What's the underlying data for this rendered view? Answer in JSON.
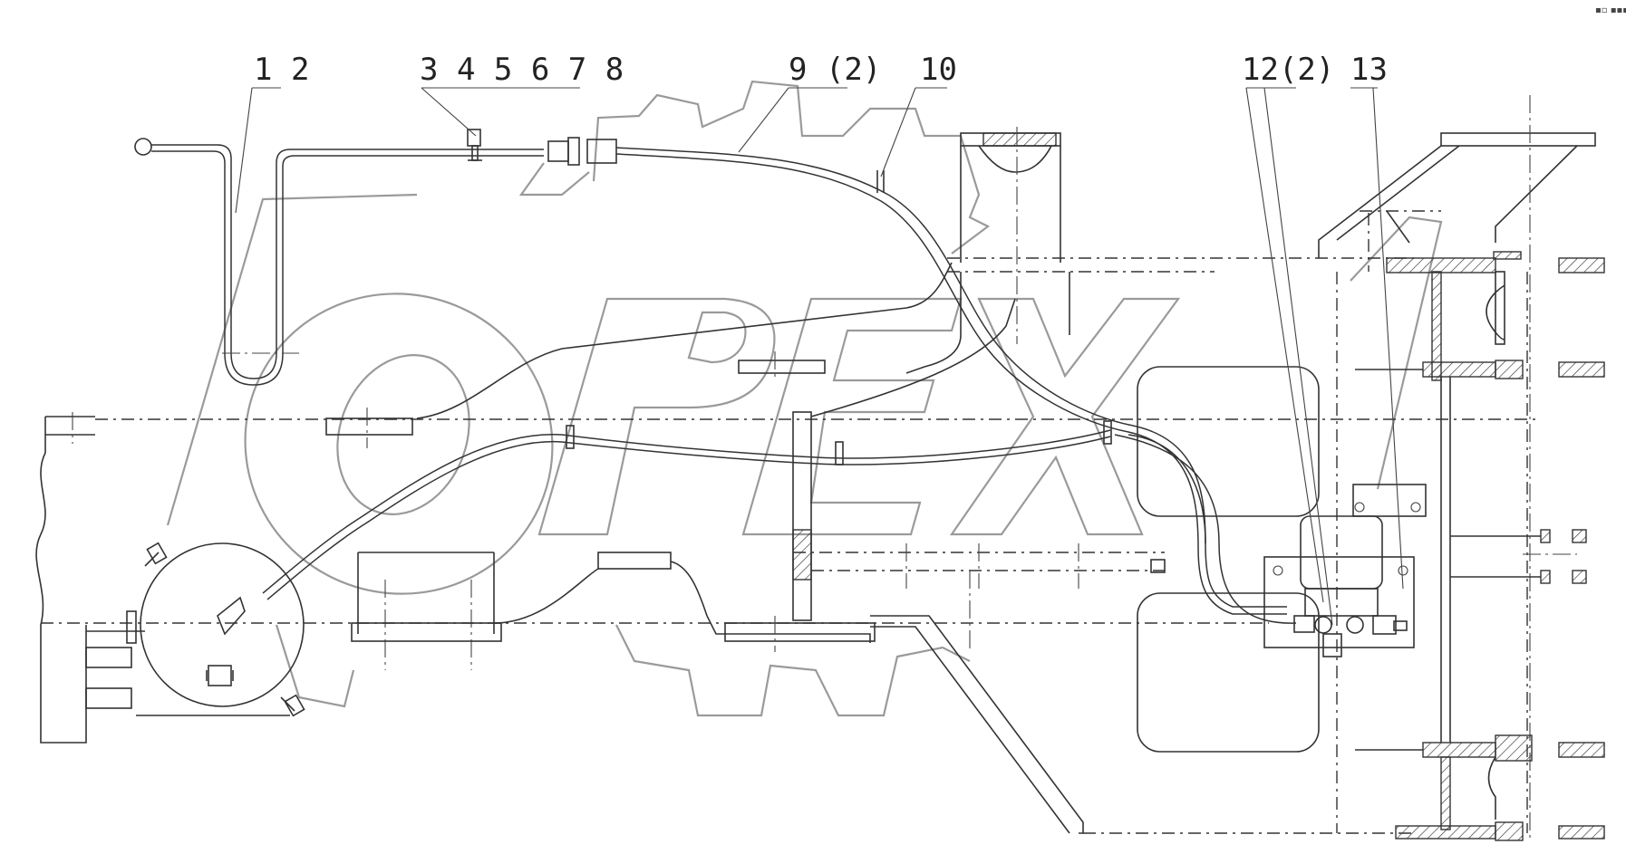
{
  "callouts": {
    "c1": "1 2",
    "c2": "3 4 5 6 7 8",
    "c3": "9 (2)",
    "c4": "10",
    "c5": "12(2)",
    "c6": "13"
  },
  "watermark": {
    "text": "OPEX",
    "color": "#9a9a9a"
  },
  "corner_mark": "▪▫ ▪▪▪",
  "colors": {
    "line": "#333333",
    "background": "#ffffff"
  }
}
